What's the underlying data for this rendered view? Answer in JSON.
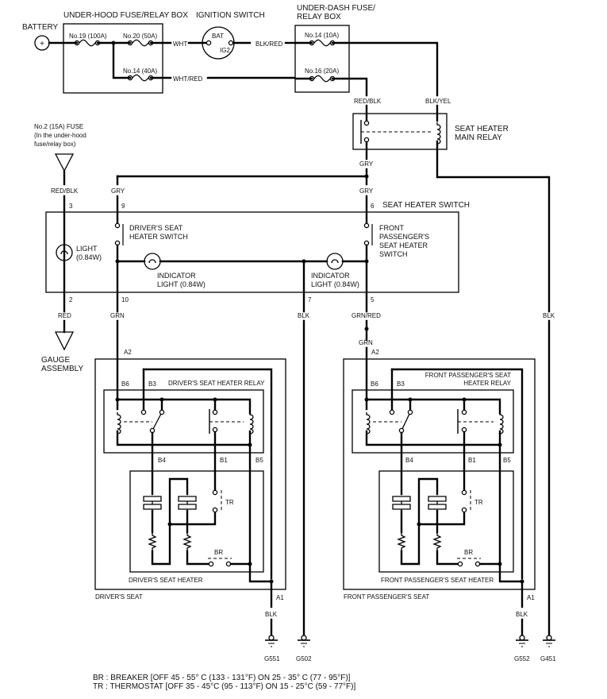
{
  "diagram": {
    "title": "Seat Heater Circuit Diagram",
    "battery": {
      "label": "BATTERY",
      "symbol": "+"
    },
    "underhood_box": {
      "label": "UNDER-HOOD FUSE/RELAY BOX",
      "fuses": [
        "No.19 (100A)",
        "No.20 (50A)",
        "No.14 (40A)"
      ]
    },
    "ignition_switch": {
      "label": "IGNITION SWITCH",
      "terminals": [
        "BAT",
        "IG2"
      ]
    },
    "underdash_box": {
      "label_lines": [
        "UNDER-DASH FUSE/",
        "RELAY BOX"
      ],
      "fuses": [
        "No.14 (10A)",
        "No.16 (20A)"
      ]
    },
    "main_relay": {
      "label_lines": [
        "SEAT HEATER",
        "MAIN RELAY"
      ]
    },
    "no2_fuse": {
      "label_lines": [
        "No.2 (15A) FUSE",
        "(In the under-hood",
        "fuse/relay box)"
      ]
    },
    "seat_heater_switch": {
      "label": "SEAT HEATER SWITCH",
      "driver_switch_lines": [
        "DRIVER'S SEAT",
        "HEATER SWITCH"
      ],
      "passenger_switch_lines": [
        "FRONT",
        "PASSENGER'S",
        "SEAT HEATER",
        "SWITCH"
      ],
      "light_lines": [
        "LIGHT",
        "(0.84W)"
      ],
      "indicator_lines": [
        "INDICATOR",
        "LIGHT (0.84W)"
      ],
      "pins": {
        "p3": "3",
        "p9": "9",
        "p6": "6",
        "p2": "2",
        "p10": "10",
        "p7": "7",
        "p5": "5"
      }
    },
    "gauge": {
      "label_lines": [
        "GAUGE",
        "ASSEMBLY"
      ]
    },
    "wires": {
      "wht": "WHT",
      "blk_red": "BLK/RED",
      "wht_red": "WHT/RED",
      "red_blk": "RED/BLK",
      "blk_yel": "BLK/YEL",
      "gry": "GRY",
      "red": "RED",
      "grn": "GRN",
      "blk": "BLK",
      "grn_red": "GRN/RED"
    },
    "driver_seat": {
      "seat_label": "DRIVER'S SEAT",
      "relay_label_lines": [
        "DRIVER'S SEAT HEATER RELAY"
      ],
      "heater_label": "DRIVER'S SEAT HEATER",
      "connectors": {
        "a2": "A2",
        "a1": "A1",
        "b6": "B6",
        "b3": "B3",
        "b4": "B4",
        "b1": "B1",
        "b5": "B5"
      },
      "thermostat": "TR",
      "breaker": "BR"
    },
    "passenger_seat": {
      "seat_label": "FRONT PASSENGER'S SEAT",
      "relay_label_lines": [
        "FRONT PASSENGER'S SEAT",
        "HEATER RELAY"
      ],
      "heater_label": "FRONT PASSENGER'S SEAT HEATER",
      "connectors": {
        "a2": "A2",
        "a1": "A1",
        "b6": "B6",
        "b3": "B3",
        "b4": "B4",
        "b1": "B1",
        "b5": "B5"
      },
      "thermostat": "TR",
      "breaker": "BR"
    },
    "grounds": [
      "G551",
      "G502",
      "G552",
      "G451"
    ],
    "notes": [
      "BR : BREAKER [OFF 45 - 55° C (133 - 131°F)   ON 25 - 35° C (77 - 95°F)]",
      "TR : THERMOSTAT [OFF 35 - 45°C (95 - 113°F)   ON 15 - 25°C (59 - 77°F)]"
    ]
  }
}
